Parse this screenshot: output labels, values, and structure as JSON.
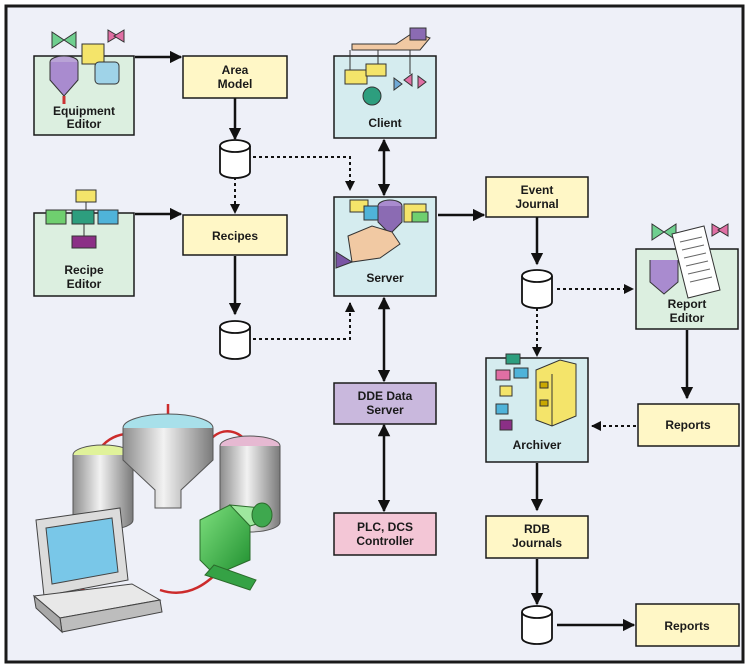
{
  "colors": {
    "frame_bg": "#eef0f8",
    "frame_border": "#1a1a1a",
    "data_box": "#fff7c6",
    "component_box": "#dcefe0",
    "client_box": "#d5ecef",
    "dde_box": "#c9b8dd",
    "plc_box": "#f3c6d6"
  },
  "nodes": {
    "equipment_editor": {
      "line1": "Equipment",
      "line2": "Editor"
    },
    "area_model": {
      "line1": "Area",
      "line2": "Model"
    },
    "client": {
      "label": "Client"
    },
    "recipe_editor": {
      "line1": "Recipe",
      "line2": "Editor"
    },
    "recipes": {
      "label": "Recipes"
    },
    "server": {
      "label": "Server"
    },
    "event_journal": {
      "line1": "Event",
      "line2": "Journal"
    },
    "report_editor": {
      "line1": "Report",
      "line2": "Editor"
    },
    "dde_data_server": {
      "line1": "DDE Data",
      "line2": "Server"
    },
    "archiver": {
      "label": "Archiver"
    },
    "reports_upper": {
      "label": "Reports"
    },
    "plc_dcs_controller": {
      "line1": "PLC, DCS",
      "line2": "Controller"
    },
    "rdb_journals": {
      "line1": "RDB",
      "line2": "Journals"
    },
    "reports_lower": {
      "label": "Reports"
    }
  }
}
